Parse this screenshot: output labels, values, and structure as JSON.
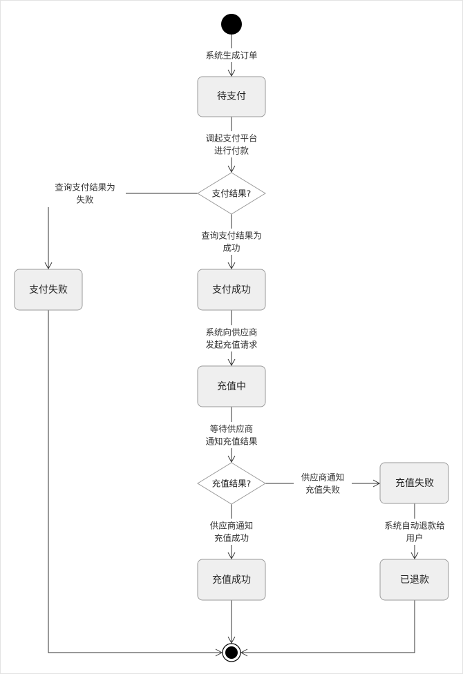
{
  "states": {
    "pending_payment": "待支付",
    "payment_failed": "支付失败",
    "payment_success": "支付成功",
    "recharging": "充值中",
    "recharge_failed": "充值失败",
    "recharge_success": "充值成功",
    "refunded": "已退款"
  },
  "decisions": {
    "payment_result": "支付结果?",
    "recharge_result": "充值结果?"
  },
  "transitions": {
    "start_to_pending": [
      "系统生成订单"
    ],
    "pending_to_payment_decision": [
      "调起支付平台",
      "进行付款"
    ],
    "payment_decision_to_failed": [
      "查询支付结果为",
      "失败"
    ],
    "payment_decision_to_success": [
      "查询支付结果为",
      "成功"
    ],
    "payment_success_to_recharging": [
      "系统向供应商",
      "发起充值请求"
    ],
    "recharging_to_recharge_decision": [
      "等待供应商",
      "通知充值结果"
    ],
    "recharge_decision_to_failed": [
      "供应商通知",
      "充值失败"
    ],
    "recharge_decision_to_success": [
      "供应商通知",
      "充值成功"
    ],
    "recharge_failed_to_refunded": [
      "系统自动退款给",
      "用户"
    ]
  }
}
